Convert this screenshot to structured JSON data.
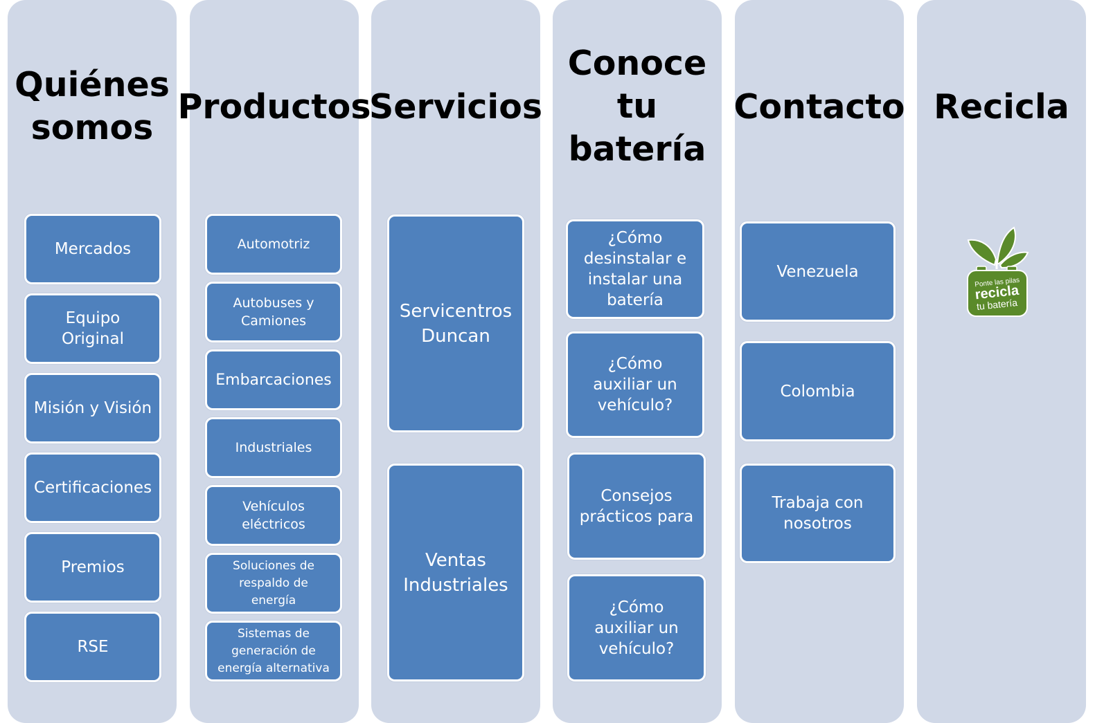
{
  "columns": [
    {
      "title": "Quiénes\nsomos",
      "items": [
        "Mercados",
        "Equipo\nOriginal",
        "Misión y Visión",
        "Certificaciones",
        "Premios",
        "RSE"
      ]
    },
    {
      "title": "Productos",
      "items": [
        "Automotriz",
        "Autobuses y\nCamiones",
        "Embarcaciones",
        "Industriales",
        "Vehículos\neléctricos",
        "Soluciones de\nrespaldo de\nenergía",
        "Sistemas de\ngeneración de\nenergía alternativa"
      ]
    },
    {
      "title": "Servicios",
      "items": [
        "Servicentros\nDuncan",
        "Ventas\nIndustriales"
      ]
    },
    {
      "title": "Conoce\ntu\nbatería",
      "items": [
        "¿Cómo\ndesinstalar e\ninstalar una\nbatería",
        "¿Cómo\nauxiliar un\nvehículo?",
        "Consejos\nprácticos para",
        "¿Cómo\nauxiliar un\nvehículo?"
      ]
    },
    {
      "title": "Contacto",
      "items": [
        "Venezuela",
        "Colombia",
        "Trabaja con\nnosotros"
      ]
    },
    {
      "title": "Recicla",
      "logo": {
        "icon": "recycle-battery-logo-icon",
        "text": [
          "Ponte las pilas",
          "recicla",
          "tu batería"
        ],
        "color": "#5a8a2a"
      }
    }
  ],
  "colors": {
    "column_bg": "#d0d8e7",
    "box_bg": "#4f81bd",
    "box_border": "#ffffff"
  }
}
